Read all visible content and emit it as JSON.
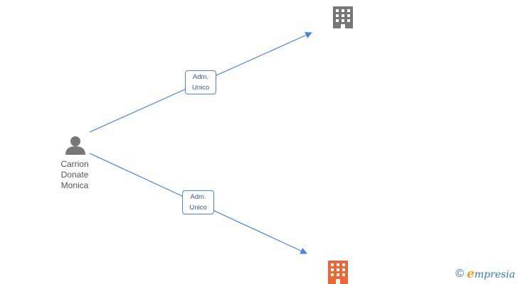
{
  "person": {
    "name_lines": [
      "Carrion",
      "Donate",
      "Monica"
    ],
    "icon": "person-icon"
  },
  "companies": [
    {
      "icon": "building-icon",
      "color": "#777777"
    },
    {
      "icon": "building-icon",
      "color": "#ee6633"
    }
  ],
  "edges": [
    {
      "label_lines": [
        "Adm.",
        "Unico"
      ]
    },
    {
      "label_lines": [
        "Adm.",
        "Unico"
      ]
    }
  ],
  "watermark": {
    "copyright_symbol": "©",
    "brand_initial": "e",
    "brand_rest": "mpresia"
  },
  "colors": {
    "edge": "#4a86d8",
    "person": "#777777"
  }
}
